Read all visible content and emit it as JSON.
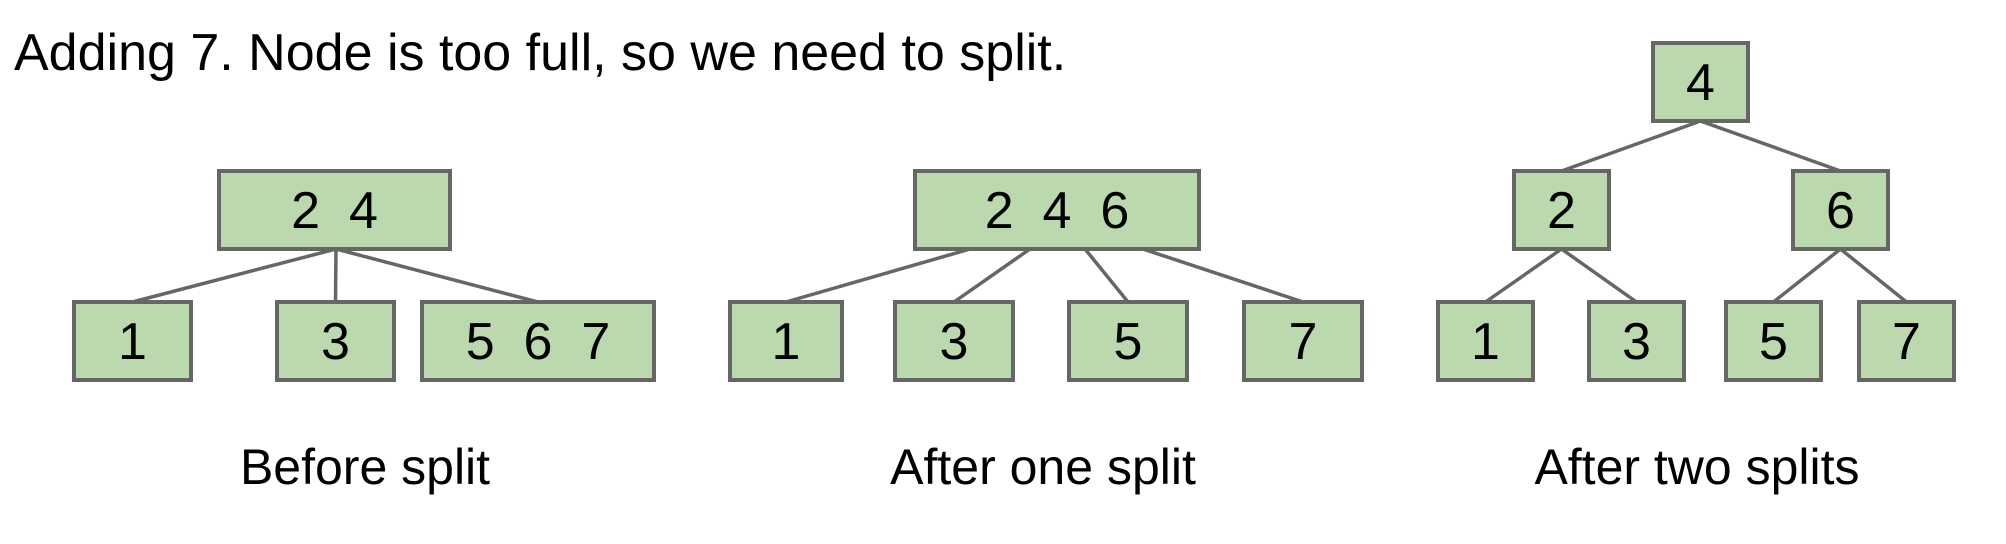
{
  "heading": "Adding 7. Node is too full, so we need to split.",
  "colors": {
    "node_fill": "#bcd8ae",
    "node_stroke": "#666666",
    "edge": "#666666"
  },
  "trees": [
    {
      "id": "before",
      "caption": "Before split",
      "nodes": [
        {
          "id": "r",
          "label": "2  4"
        },
        {
          "id": "c1",
          "label": "1"
        },
        {
          "id": "c2",
          "label": "3"
        },
        {
          "id": "c3",
          "label": "5  6  7"
        }
      ],
      "edges": [
        [
          "r",
          "c1"
        ],
        [
          "r",
          "c2"
        ],
        [
          "r",
          "c3"
        ]
      ]
    },
    {
      "id": "one-split",
      "caption": "After one split",
      "nodes": [
        {
          "id": "r",
          "label": "2  4  6"
        },
        {
          "id": "c1",
          "label": "1"
        },
        {
          "id": "c2",
          "label": "3"
        },
        {
          "id": "c3",
          "label": "5"
        },
        {
          "id": "c4",
          "label": "7"
        }
      ],
      "edges": [
        [
          "r",
          "c1"
        ],
        [
          "r",
          "c2"
        ],
        [
          "r",
          "c3"
        ],
        [
          "r",
          "c4"
        ]
      ]
    },
    {
      "id": "two-splits",
      "caption": "After two splits",
      "nodes": [
        {
          "id": "r",
          "label": "4"
        },
        {
          "id": "m1",
          "label": "2"
        },
        {
          "id": "m2",
          "label": "6"
        },
        {
          "id": "l1",
          "label": "1"
        },
        {
          "id": "l2",
          "label": "3"
        },
        {
          "id": "l3",
          "label": "5"
        },
        {
          "id": "l4",
          "label": "7"
        }
      ],
      "edges": [
        [
          "r",
          "m1"
        ],
        [
          "r",
          "m2"
        ],
        [
          "m1",
          "l1"
        ],
        [
          "m1",
          "l2"
        ],
        [
          "m2",
          "l3"
        ],
        [
          "m2",
          "l4"
        ]
      ]
    }
  ]
}
